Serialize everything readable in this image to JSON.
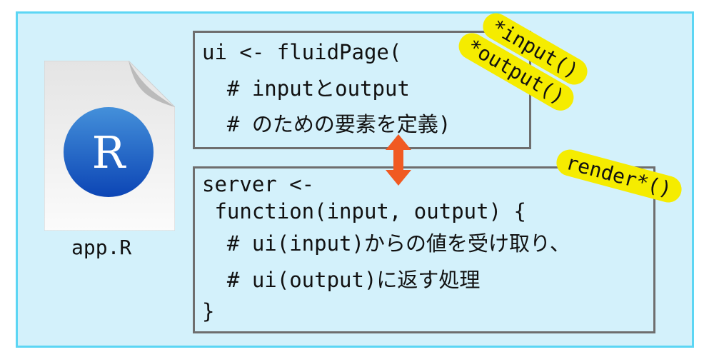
{
  "file": {
    "name": "app.R",
    "logo_letter": "R"
  },
  "ui_code": [
    "ui <- fluidPage(",
    "  # inputとoutput",
    "  # のための要素を定義)"
  ],
  "server_code": [
    "server <-",
    " function(input, output) {",
    "  # ui(input)からの値を受け取り、",
    "  # ui(output)に返す処理",
    "}"
  ],
  "tags": {
    "input": "*input()",
    "output": "*output()",
    "render": "render*()"
  },
  "colors": {
    "background": "#d3f1fb",
    "border": "#5cd6f4",
    "highlight": "#f5ec00",
    "arrow": "#f05a22"
  }
}
